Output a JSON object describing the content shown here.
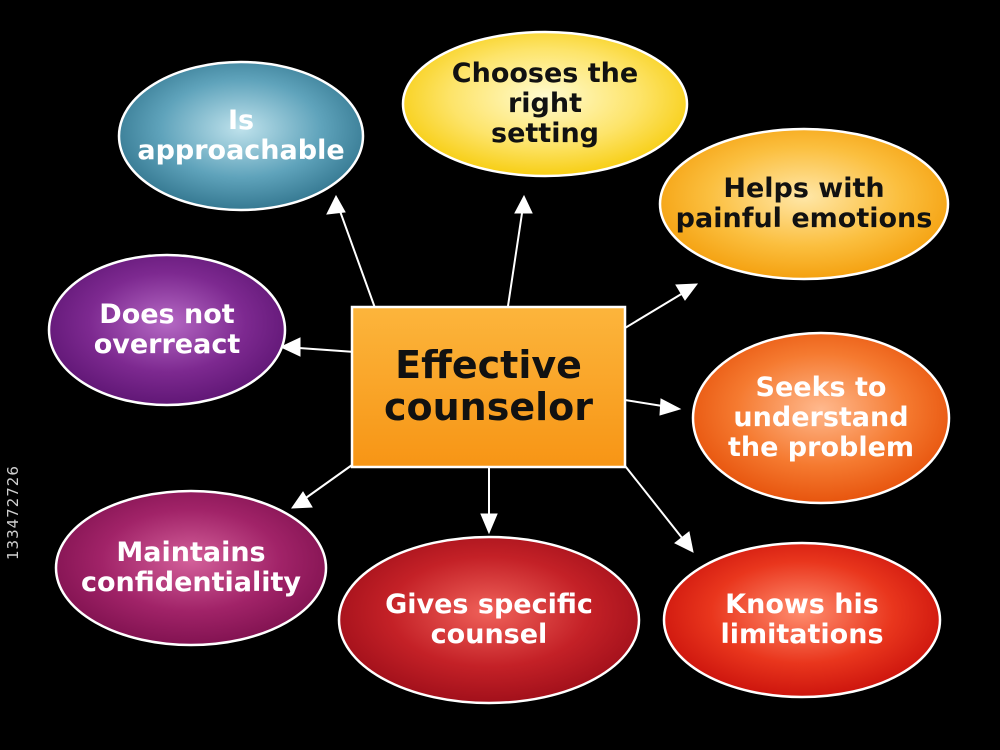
{
  "center": {
    "label": "Effective\ncounselor"
  },
  "nodes": [
    {
      "id": "approachable",
      "label": "Is approachable",
      "color": "#3f88a3"
    },
    {
      "id": "right-setting",
      "label": "Chooses the right\nsetting",
      "color": "#f9d30e"
    },
    {
      "id": "painful-emotions",
      "label": "Helps with\npainful emotions",
      "color": "#f7a50f"
    },
    {
      "id": "understand-problem",
      "label": "Seeks to\nunderstand\nthe problem",
      "color": "#ef5a11"
    },
    {
      "id": "limitations",
      "label": "Knows his\nlimitations",
      "color": "#d9150f"
    },
    {
      "id": "specific-counsel",
      "label": "Gives specific\ncounsel",
      "color": "#b4131f"
    },
    {
      "id": "confidentiality",
      "label": "Maintains\nconfidentiality",
      "color": "#8e1558"
    },
    {
      "id": "overreact",
      "label": "Does not\noverreact",
      "color": "#6b1a7d"
    }
  ],
  "colors": {
    "background": "#000000",
    "center_fill": "#f9a21c",
    "arrow": "#ffffff",
    "outline": "#ffffff"
  },
  "watermark": "133472726"
}
